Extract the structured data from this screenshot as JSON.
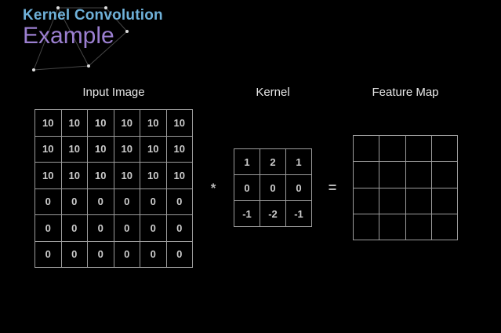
{
  "slide": {
    "title": "Kernel Convolution",
    "subtitle": "Example"
  },
  "sections": {
    "input_label": "Input Image",
    "kernel_label": "Kernel",
    "feature_label": "Feature Map"
  },
  "operators": {
    "convolution": "*",
    "equals": "="
  },
  "grids": {
    "input_image": {
      "cell_name": "input-image-cell",
      "rows": 6,
      "cols": 6,
      "cells": [
        [
          10,
          10,
          10,
          10,
          10,
          10
        ],
        [
          10,
          10,
          10,
          10,
          10,
          10
        ],
        [
          10,
          10,
          10,
          10,
          10,
          10
        ],
        [
          0,
          0,
          0,
          0,
          0,
          0
        ],
        [
          0,
          0,
          0,
          0,
          0,
          0
        ],
        [
          0,
          0,
          0,
          0,
          0,
          0
        ]
      ]
    },
    "kernel": {
      "cell_name": "kernel-cell",
      "rows": 3,
      "cols": 3,
      "cells": [
        [
          1,
          2,
          1
        ],
        [
          0,
          0,
          0
        ],
        [
          -1,
          -2,
          -1
        ]
      ]
    },
    "feature_map": {
      "cell_name": "feature-map-cell",
      "rows": 4,
      "cols": 4,
      "cells": [
        [
          "",
          "",
          "",
          ""
        ],
        [
          "",
          "",
          "",
          ""
        ],
        [
          "",
          "",
          "",
          ""
        ],
        [
          "",
          "",
          "",
          ""
        ]
      ]
    }
  },
  "colors": {
    "background": "#000000",
    "title": "#6fb1d9",
    "subtitle": "#9b7fd0",
    "grid_border": "#9c9c9c",
    "feature_border": "#838383",
    "cell_text": "#cccccc",
    "label_text": "#e8e8e8",
    "operator": "#b8b8b8",
    "network_line": "#454545",
    "network_node": "#dddddd"
  }
}
